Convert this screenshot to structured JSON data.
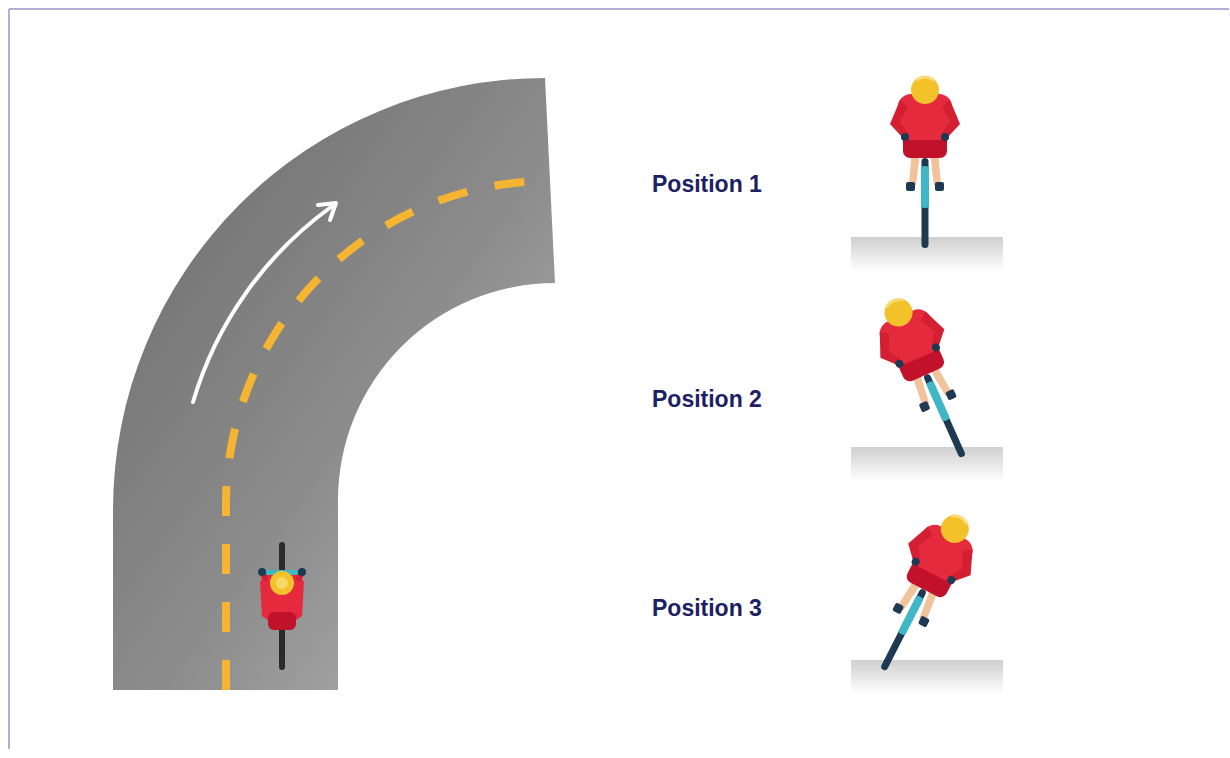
{
  "diagram": {
    "labels": [
      "Position 1",
      "Position 2",
      "Position 3"
    ]
  }
}
